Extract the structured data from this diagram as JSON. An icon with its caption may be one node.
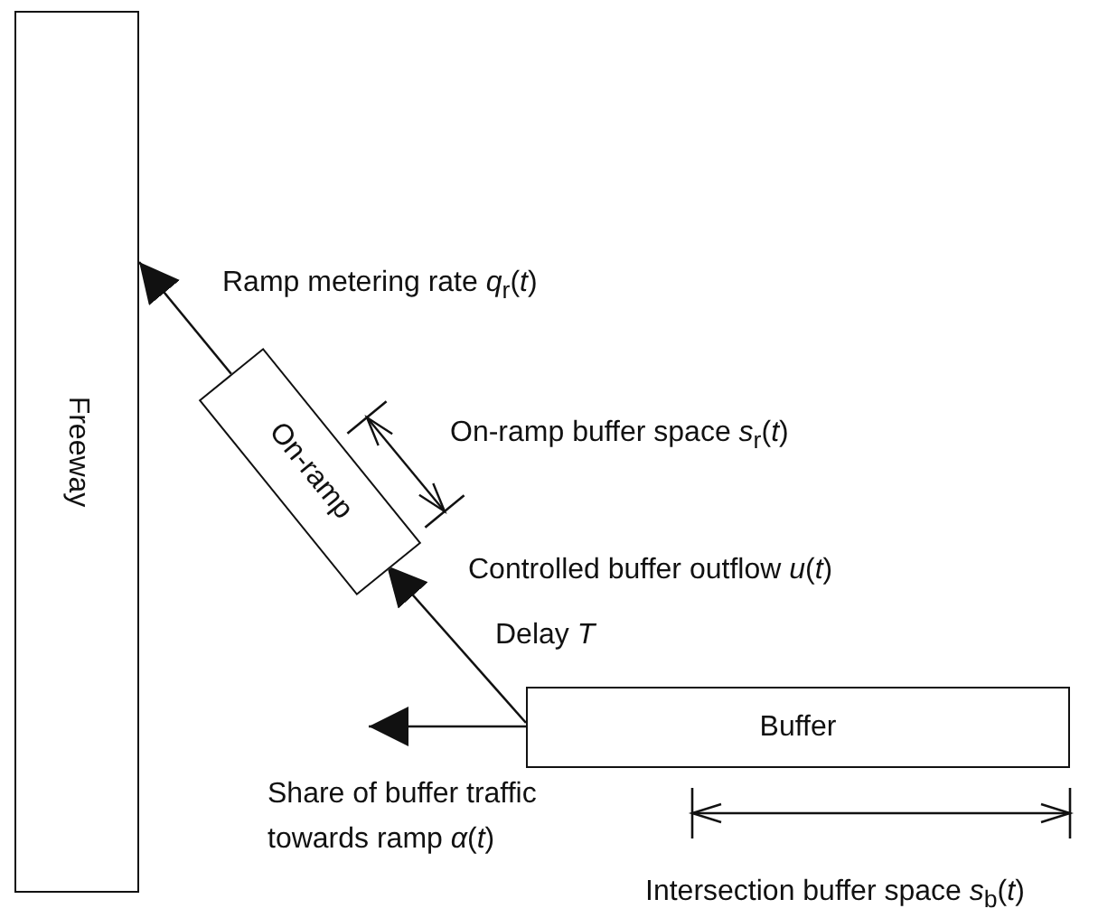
{
  "diagram": {
    "nodes": [
      {
        "text": [
          "Freeway"
        ]
      },
      {
        "text": [
          "On-ramp"
        ]
      },
      {
        "text": [
          "Buffer"
        ]
      }
    ],
    "edges": [
      {
        "from": 1,
        "to": 0,
        "arrow": "to",
        "label": "Ramp metering rate *q*$_{r}$(*t*)"
      },
      {
        "from": 2,
        "to": 1,
        "arrow": "to",
        "label": "Controlled buffer outflow *u*(*t*)"
      },
      {
        "from": 2,
        "to": null,
        "arrow": "to",
        "label": "Share of buffer traffic towards ramp *α*(*t*)"
      }
    ],
    "labels": [
      "On-ramp buffer space *s*$_{r}$(*t*)",
      "Delay *T*",
      "Intersection buffer space *s*$_{b}$(*t*)"
    ]
  }
}
